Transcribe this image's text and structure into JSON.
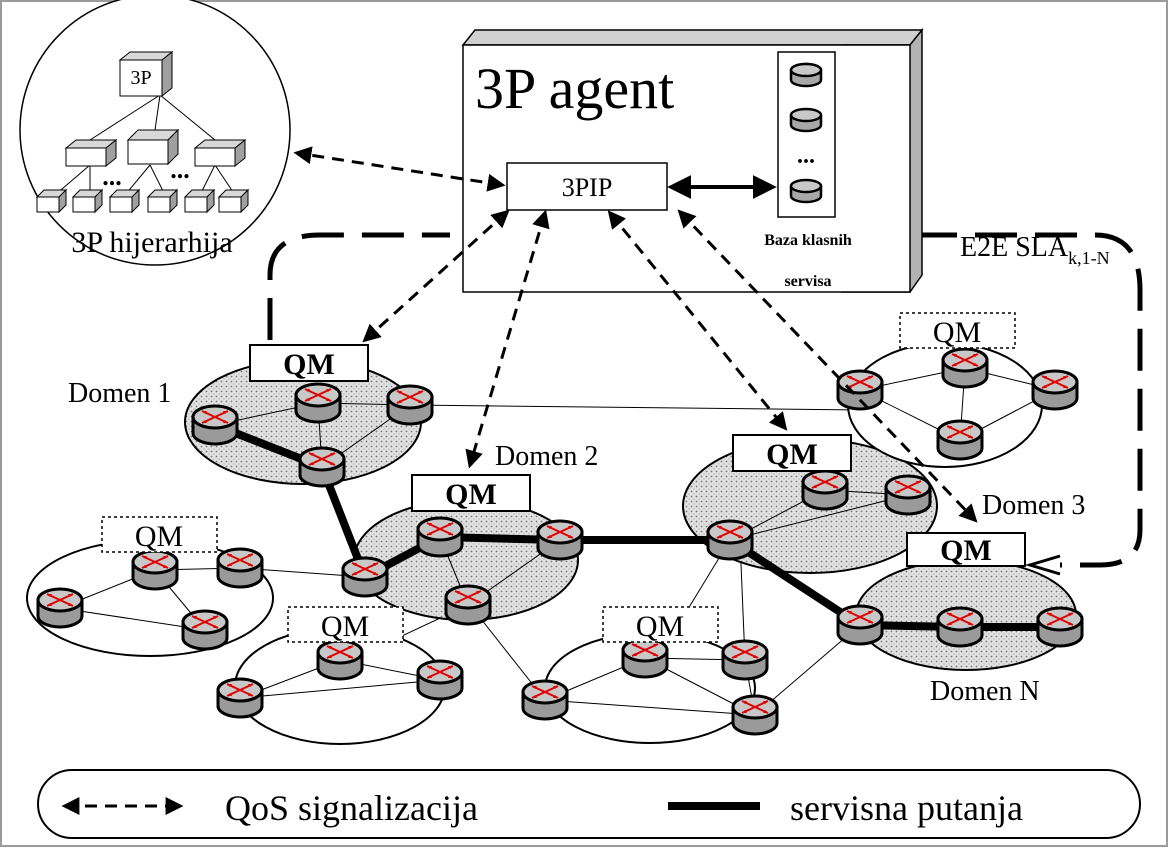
{
  "hierarchy": {
    "top_box": "3P",
    "dots_left": "...",
    "dots_right": "...",
    "caption": "3P hijerarhija"
  },
  "agent": {
    "title": "3P agent",
    "pip": "3PIP",
    "db_dots": "...",
    "db_label_line1": "Baza klasnih",
    "db_label_line2": "servisa"
  },
  "sla": {
    "main": "E2E SLA",
    "sub": "k,1-N"
  },
  "domains": {
    "d1": "Domen 1",
    "d2": "Domen 2",
    "d3": "Domen 3",
    "dn": "Domen N"
  },
  "qm": {
    "label": "QM"
  },
  "legend": {
    "signaling": "QoS signalizacija",
    "path": "servisna putanja"
  },
  "colors": {
    "stroke": "#000000",
    "router_arrow": "#e00000",
    "router_body": "#bdbdbd",
    "dotted_fill": "#d0d0d0",
    "panel": "#e6e6e6"
  }
}
